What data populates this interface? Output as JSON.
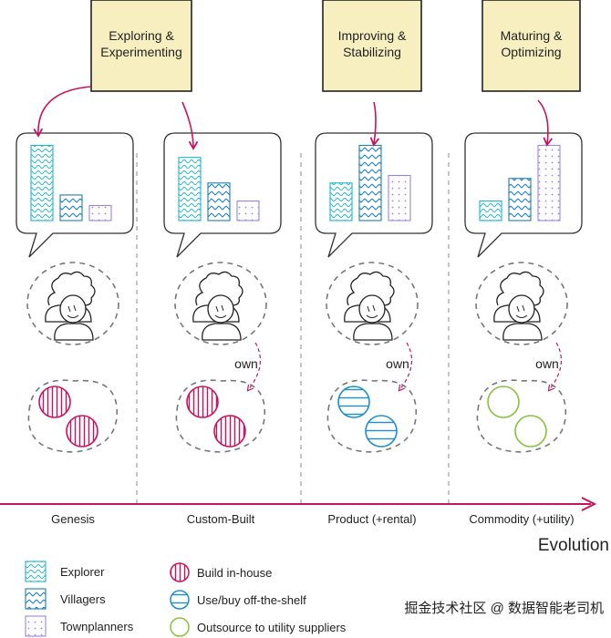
{
  "stages": [
    {
      "note": [
        "Exploring &",
        "Experimenting"
      ],
      "axis_label": "Genesis",
      "own": "",
      "bars": {
        "explorer": 5,
        "villagers": 1.7,
        "townplanners": 1
      },
      "sourcing": "build-in-house"
    },
    {
      "note": [],
      "axis_label": "Custom-Built",
      "own": "own",
      "bars": {
        "explorer": 4.2,
        "villagers": 2.5,
        "townplanners": 1.3
      },
      "sourcing": "build-in-house"
    },
    {
      "note": [
        "Improving &",
        "Stabilizing"
      ],
      "axis_label": "Product (+rental)",
      "own": "own",
      "bars": {
        "explorer": 2.5,
        "villagers": 5,
        "townplanners": 3
      },
      "sourcing": "use-buy-off-the-shelf"
    },
    {
      "note": [
        "Maturing &",
        "Optimizing"
      ],
      "axis_label": "Commodity (+utility)",
      "own": "own",
      "bars": {
        "explorer": 1.3,
        "villagers": 2.8,
        "townplanners": 5
      },
      "sourcing": "outsource"
    }
  ],
  "axis_title": "Evolution",
  "legend": {
    "roles": [
      {
        "key": "explorer",
        "label": "Explorer"
      },
      {
        "key": "villagers",
        "label": "Villagers"
      },
      {
        "key": "townplanners",
        "label": "Townplanners"
      }
    ],
    "sourcing": [
      {
        "key": "build-in-house",
        "label": "Build in-house"
      },
      {
        "key": "use-buy-off-the-shelf",
        "label": "Use/buy off-the-shelf"
      },
      {
        "key": "outsource",
        "label": "Outsource to utility suppliers"
      }
    ]
  },
  "watermark": "掘金技术社区 @ 数据智能老司机",
  "colors": {
    "note_fill": "#f7efc0",
    "arrow": "#c8135c",
    "explorer": "#1ab6cf",
    "villagers": "#1d7fb5",
    "townplanners": "#9b83e6",
    "build": "#c8135c",
    "buy": "#1d8fcd",
    "outsource": "#86c23a",
    "dash": "#888888"
  }
}
